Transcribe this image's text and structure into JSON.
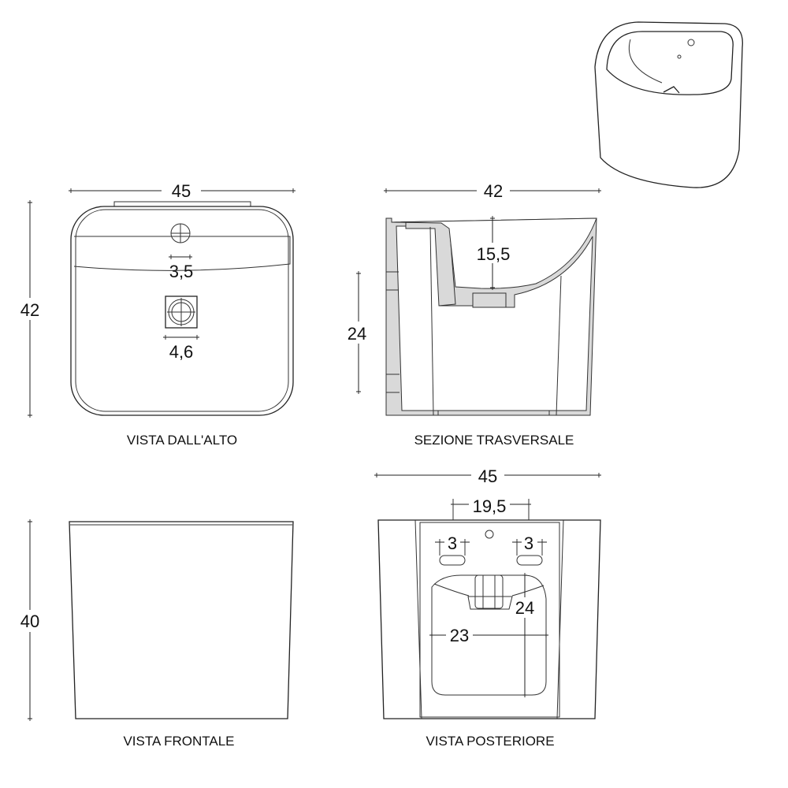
{
  "views": {
    "top": {
      "label": "VISTA DALL'ALTO",
      "width": "45",
      "depth": "42",
      "tap_hole": "3,5",
      "drain": "4,6"
    },
    "section": {
      "label": "SEZIONE TRASVERSALE",
      "depth": "42",
      "basin_depth": "15,5",
      "drain_height": "24"
    },
    "front": {
      "label": "VISTA FRONTALE",
      "height": "40"
    },
    "rear": {
      "label": "VISTA POSTERIORE",
      "width": "45",
      "fixing_spacing": "19,5",
      "slot_left": "3",
      "slot_right": "3",
      "opening_height": "24",
      "opening_width": "23"
    }
  }
}
